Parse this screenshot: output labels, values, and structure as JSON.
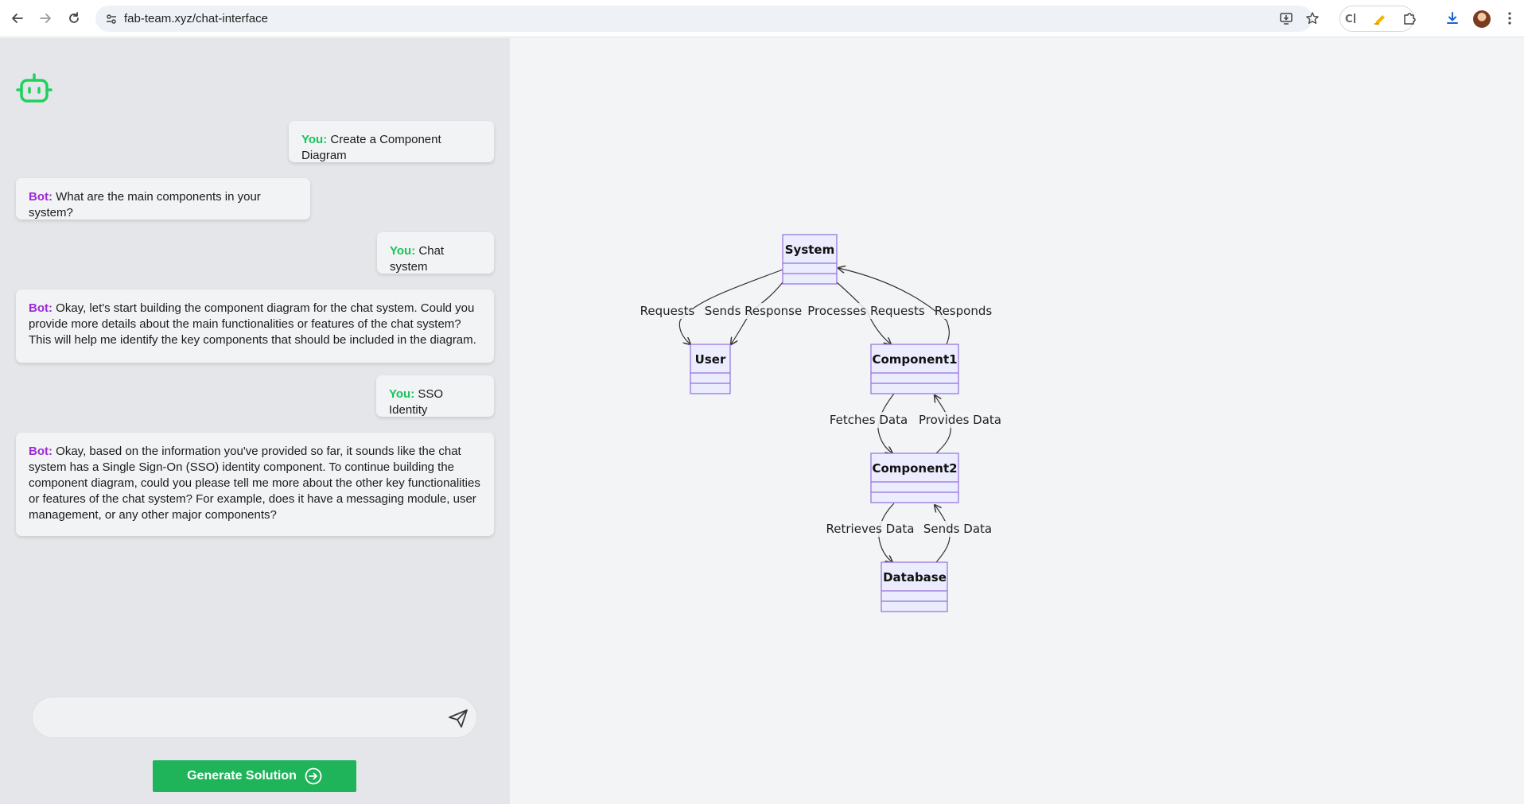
{
  "browser": {
    "url": "fab-team.xyz/chat-interface"
  },
  "chat": {
    "messages": [
      {
        "speaker": "You:",
        "text": "Create a Component Diagram"
      },
      {
        "speaker": "Bot:",
        "text": "What are the main components in your system?"
      },
      {
        "speaker": "You:",
        "text": "Chat system"
      },
      {
        "speaker": "Bot:",
        "text": "Okay, let's start building the component diagram for the chat system. Could you provide more details about the main functionalities or features of the chat system? This will help me identify the key components that should be included in the diagram."
      },
      {
        "speaker": "You:",
        "text": "SSO Identity"
      },
      {
        "speaker": "Bot:",
        "text": "Okay, based on the information you've provided so far, it sounds like the chat system has a Single Sign-On (SSO) identity component. To continue building the component diagram, could you please tell me more about the other key functionalities or features of the chat system? For example, does it have a messaging module, user management, or any other major components?"
      }
    ],
    "input_value": "",
    "generate_label": "Generate Solution"
  },
  "diagram": {
    "nodes": {
      "system": "System",
      "user": "User",
      "component1": "Component1",
      "component2": "Component2",
      "database": "Database"
    },
    "edges": {
      "requests": "Requests",
      "sends_response": "Sends Response",
      "processes_requests": "Processes Requests",
      "responds": "Responds",
      "fetches_data": "Fetches Data",
      "provides_data": "Provides Data",
      "retrieves_data": "Retrieves Data",
      "sends_data": "Sends Data"
    }
  },
  "colors": {
    "you": "#16c45a",
    "bot": "#9b2ad6",
    "node_fill": "#ECECFF",
    "node_stroke": "#9370DB",
    "button": "#1fb45a"
  }
}
